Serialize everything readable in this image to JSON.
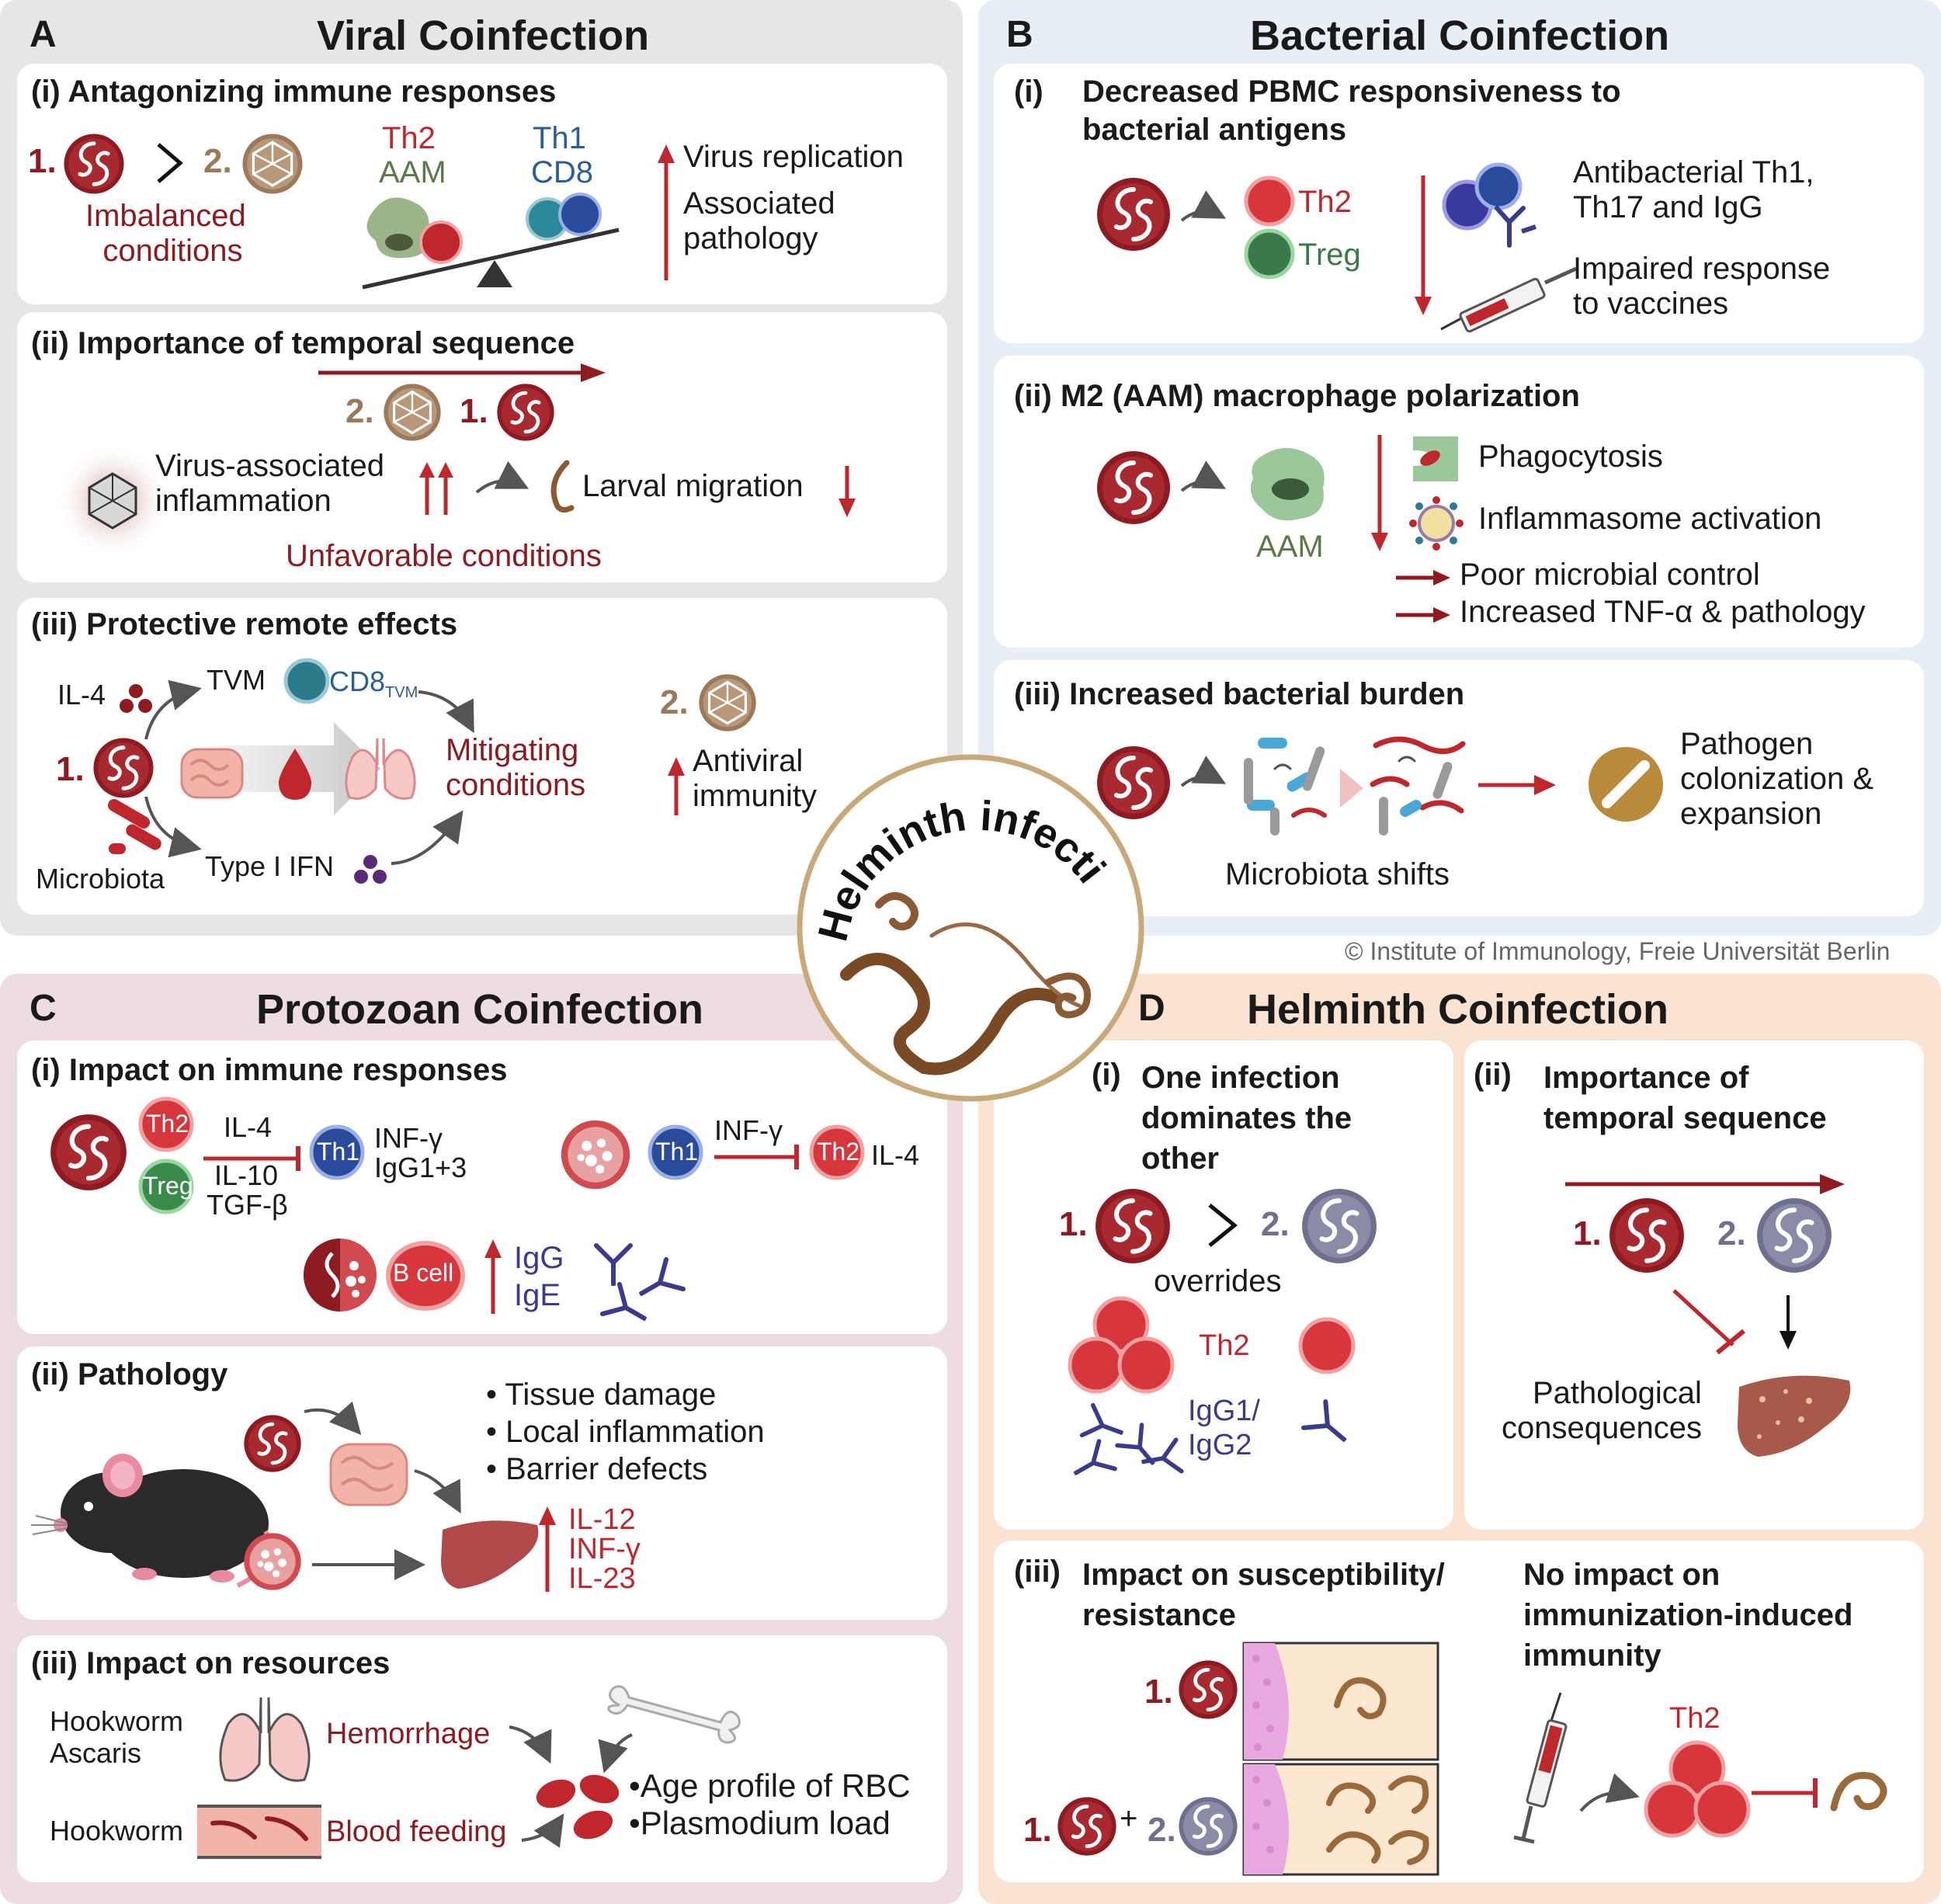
{
  "panel_a": {
    "letter": "A",
    "title": "Viral Coinfection",
    "i": {
      "heading": "(i)   Antagonizing immune responses",
      "n1": "1.",
      "n2": "2.",
      "imbalanced": [
        "Imbalanced",
        "conditions"
      ],
      "th2": "Th2",
      "aam": "AAM",
      "th1": "Th1",
      "cd8": "CD8",
      "virus_replication": "Virus replication",
      "associated_pathology": [
        "Associated",
        "pathology"
      ]
    },
    "ii": {
      "heading": "(ii)   Importance of temporal sequence",
      "n2": "2.",
      "n1": "1.",
      "virus_inflammation": [
        "Virus-associated",
        "inflammation"
      ],
      "larval_migration": "Larval migration",
      "unfavorable": "Unfavorable conditions"
    },
    "iii": {
      "heading": "(iii) Protective remote effects",
      "il4": "IL-4",
      "tvm": "TVM",
      "cd8": "CD8",
      "cd8_sub": "TVM",
      "n1": "1.",
      "n2": "2.",
      "mitigating": [
        "Mitigating",
        "conditions"
      ],
      "antiviral": [
        "Antiviral",
        "immunity"
      ],
      "microbiota": "Microbiota",
      "type1_ifn": "Type I IFN"
    }
  },
  "panel_b": {
    "letter": "B",
    "title": "Bacterial Coinfection",
    "i": {
      "heading": [
        "(i)",
        "Decreased PBMC responsiveness to",
        "bacterial antigens"
      ],
      "th2": "Th2",
      "treg": "Treg",
      "antibacterial": [
        "Antibacterial Th1,",
        "Th17 and IgG"
      ],
      "impaired": [
        "Impaired response",
        "to vaccines"
      ]
    },
    "ii": {
      "heading": "(ii)   M2 (AAM) macrophage polarization",
      "aam": "AAM",
      "phagocytosis": "Phagocytosis",
      "inflammasome": "Inflammasome activation",
      "poor_control": "Poor microbial control",
      "tnf": "Increased TNF-α & pathology"
    },
    "iii": {
      "heading": "(iii) Increased bacterial burden",
      "microbiota_shifts": "Microbiota shifts",
      "pathogen": [
        "Pathogen",
        "colonization &",
        "expansion"
      ]
    }
  },
  "copyright": "© Institute of Immunology, Freie Universität Berlin",
  "center": {
    "title": "Helminth infections"
  },
  "panel_c": {
    "letter": "C",
    "title": "Protozoan Coinfection",
    "i": {
      "heading": "(i)   Impact on immune responses",
      "th2": "Th2",
      "treg": "Treg",
      "il4": "IL-4",
      "il10": "IL-10",
      "tgf": "TGF-β",
      "th1": "Th1",
      "inf": "INF-γ",
      "igg13": "IgG1+3",
      "inf2": "INF-γ",
      "il4b": "IL-4",
      "bcell": "B cell",
      "igg": "IgG",
      "ige": "IgE"
    },
    "ii": {
      "heading": "(ii)   Pathology",
      "bullets": [
        "• Tissue damage",
        "• Local inflammation",
        "• Barrier defects"
      ],
      "cytokines": [
        "IL-12",
        "INF-γ",
        "IL-23"
      ]
    },
    "iii": {
      "heading": "(iii) Impact on resources",
      "hookworm_ascaris": [
        "Hookworm",
        "Ascaris"
      ],
      "hookworm": "Hookworm",
      "hemorrhage": "Hemorrhage",
      "blood_feeding": "Blood feeding",
      "effects": [
        "•Age profile of RBC",
        "•Plasmodium load"
      ]
    }
  },
  "panel_d": {
    "letter": "D",
    "title": "Helminth Coinfection",
    "i": {
      "heading": [
        "(i)",
        "One infection",
        "dominates the",
        "other"
      ],
      "n1": "1.",
      "n2": "2.",
      "overrides": "overrides",
      "th2": "Th2",
      "igg": [
        "IgG1/",
        "IgG2"
      ]
    },
    "ii": {
      "heading": [
        "(ii)",
        "Importance of",
        "temporal sequence"
      ],
      "n1": "1.",
      "n2": "2.",
      "pathological": [
        "Pathological",
        "consequences"
      ]
    },
    "iii": {
      "heading": [
        "(iii)",
        "Impact on susceptibility/",
        "resistance"
      ],
      "n1": "1.",
      "n1b": "1.",
      "plus": "+",
      "n2": "2.",
      "no_impact": [
        "No impact on",
        "immunization-induced",
        "immunity"
      ],
      "th2": "Th2"
    }
  },
  "colors": {
    "helminth_red": "#8e1a22",
    "virus_tan": "#9a7a5a",
    "panel_a_bg": "#e6e6e6",
    "panel_b_bg": "#e8eef5",
    "panel_c_bg": "#eddde0",
    "panel_d_bg": "#fbe3d2"
  }
}
